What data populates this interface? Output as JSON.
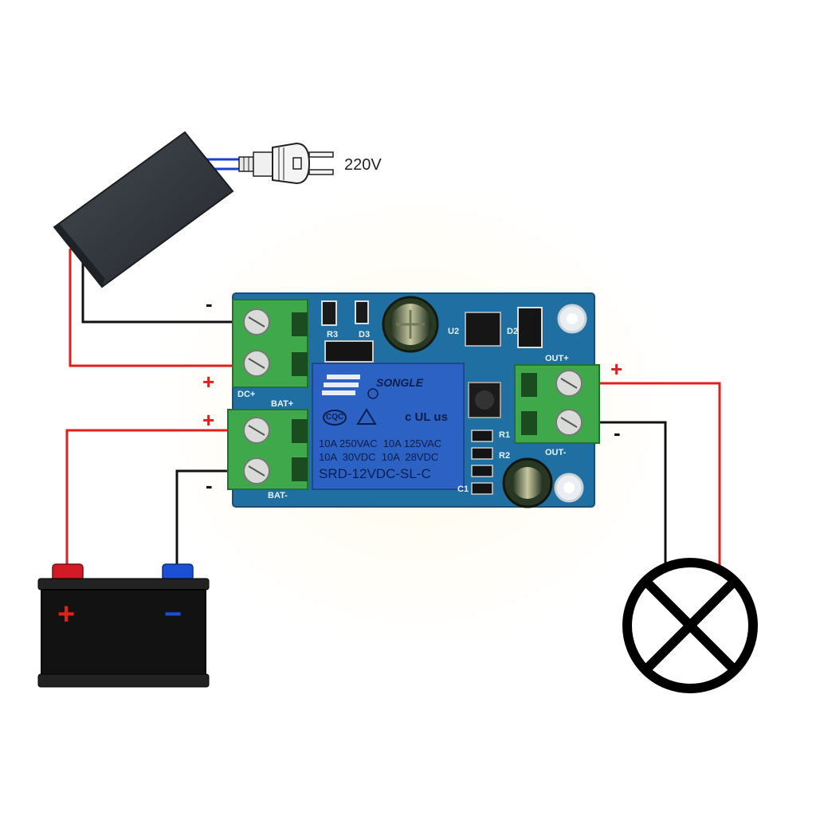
{
  "mains_label": "220V",
  "signs": {
    "plus": "+",
    "minus": "-"
  },
  "board_labels": {
    "dc_plus": "DC+",
    "bat_plus": "BAT+",
    "bat_minus": "BAT-",
    "out_plus": "OUT+",
    "out_minus": "OUT-",
    "u2": "U2",
    "d2": "D2",
    "d3": "D3",
    "r3": "R3",
    "r1": "R1",
    "r2": "R2",
    "c1": "C1"
  },
  "relay": {
    "brand": "SONGLE",
    "cert_cqc": "CQC",
    "cert_ul": "c UL us",
    "spec_line_1": "10A 250VAC  10A 125VAC",
    "spec_line_2": "10A  30VDC  10A  28VDC",
    "model": "SRD-12VDC-SL-C"
  },
  "battery": {
    "plus": "+",
    "minus": "−"
  },
  "colors": {
    "wire_positive": "#e0201c",
    "wire_negative": "#111111",
    "mains_wire": "#1a3fd6",
    "pcb": "#1f6fa3",
    "relay_body": "#2b62c4",
    "terminal": "#3fa84a",
    "adapter": "#33373d",
    "battery_body": "#121212",
    "battery_plus_terminal": "#d31a26",
    "battery_minus_terminal": "#1a4fd6"
  }
}
